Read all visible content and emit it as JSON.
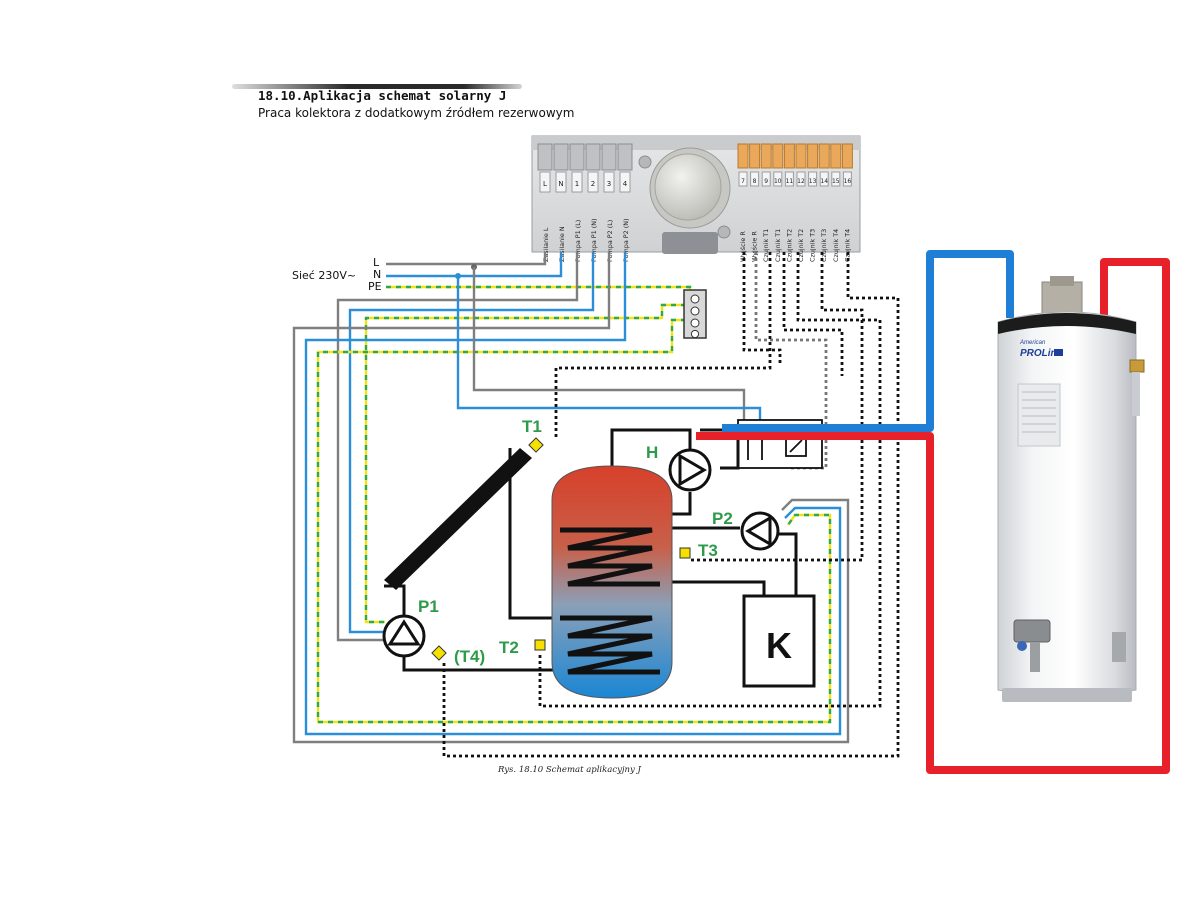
{
  "header": {
    "title": "18.10.Aplikacja schemat solarny J",
    "subtitle": "Praca kolektora z dodatkowym źródłem rezerwowym"
  },
  "controller": {
    "left_terminals": [
      "L",
      "N",
      "1",
      "2",
      "3",
      "4"
    ],
    "right_terminals": [
      "7",
      "8",
      "9",
      "10",
      "11",
      "12",
      "13",
      "14",
      "15",
      "16"
    ],
    "left_labels": [
      "Zasilanie L",
      "Zasilanie N",
      "Pompa P1 (L)",
      "Pompa P1 (N)",
      "Pompa P2 (L)",
      "Pompa P2 (N)"
    ],
    "right_labels": [
      "Wyjście R",
      "Wyjście R",
      "Czujnik T1",
      "Czujnik T1",
      "Czujnik T2",
      "Czujnik T2",
      "Czujnik T3",
      "Czujnik T3",
      "Czujnik T4",
      "Czujnik T4"
    ]
  },
  "mains": {
    "supply_label": "Sieć 230V~",
    "line_labels": [
      "L",
      "N",
      "PE"
    ]
  },
  "components": {
    "sensor_t1": "T1",
    "sensor_t2": "T2",
    "sensor_t3": "T3",
    "sensor_t4": "(T4)",
    "pump_p1": "P1",
    "pump_p2": "P2",
    "pump_h": "H",
    "boiler_k": "K"
  },
  "heater": {
    "brand_top": "American",
    "brand_main": "PROLine"
  },
  "caption": "Rys. 18.10 Schemat aplikacyjny J",
  "colors": {
    "phase": "#7f7f7f",
    "neutral": "#2a8fd8",
    "earth_yellow": "#f2e21a",
    "earth_green": "#2fa84f",
    "hot": "#e8202a",
    "cold": "#1f7fd6",
    "label_green": "#2e9b4a",
    "sensor_yellow": "#f5e000"
  }
}
